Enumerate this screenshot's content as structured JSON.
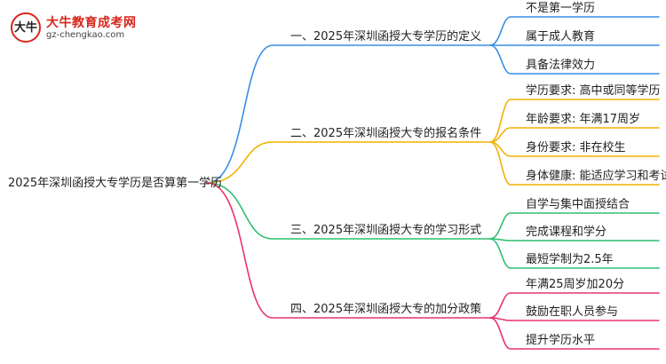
{
  "logo": {
    "badge": "大牛",
    "title": "大牛教育成考网",
    "url": "gz-chengkao.com"
  },
  "mindmap": {
    "root": "2025年深圳函授大专学历是否算第一学历",
    "branches": [
      {
        "label": "一、2025年深圳函授大专学历的定义",
        "color": "#3a8ee6",
        "children": [
          "不是第一学历",
          "属于成人教育",
          "具备法律效力"
        ]
      },
      {
        "label": "二、2025年深圳函授大专的报名条件",
        "color": "#f4b000",
        "children": [
          "学历要求: 高中或同等学历",
          "年龄要求: 年满17周岁",
          "身份要求: 非在校生",
          "身体健康: 能适应学习和考试"
        ]
      },
      {
        "label": "三、2025年深圳函授大专的学习形式",
        "color": "#2fbf71",
        "children": [
          "自学与集中面授结合",
          "完成课程和学分",
          "最短学制为2.5年"
        ]
      },
      {
        "label": "四、2025年深圳函授大专的加分政策",
        "color": "#e8336f",
        "children": [
          "年满25周岁加20分",
          "鼓励在职人员参与",
          "提升学历水平"
        ]
      }
    ]
  }
}
